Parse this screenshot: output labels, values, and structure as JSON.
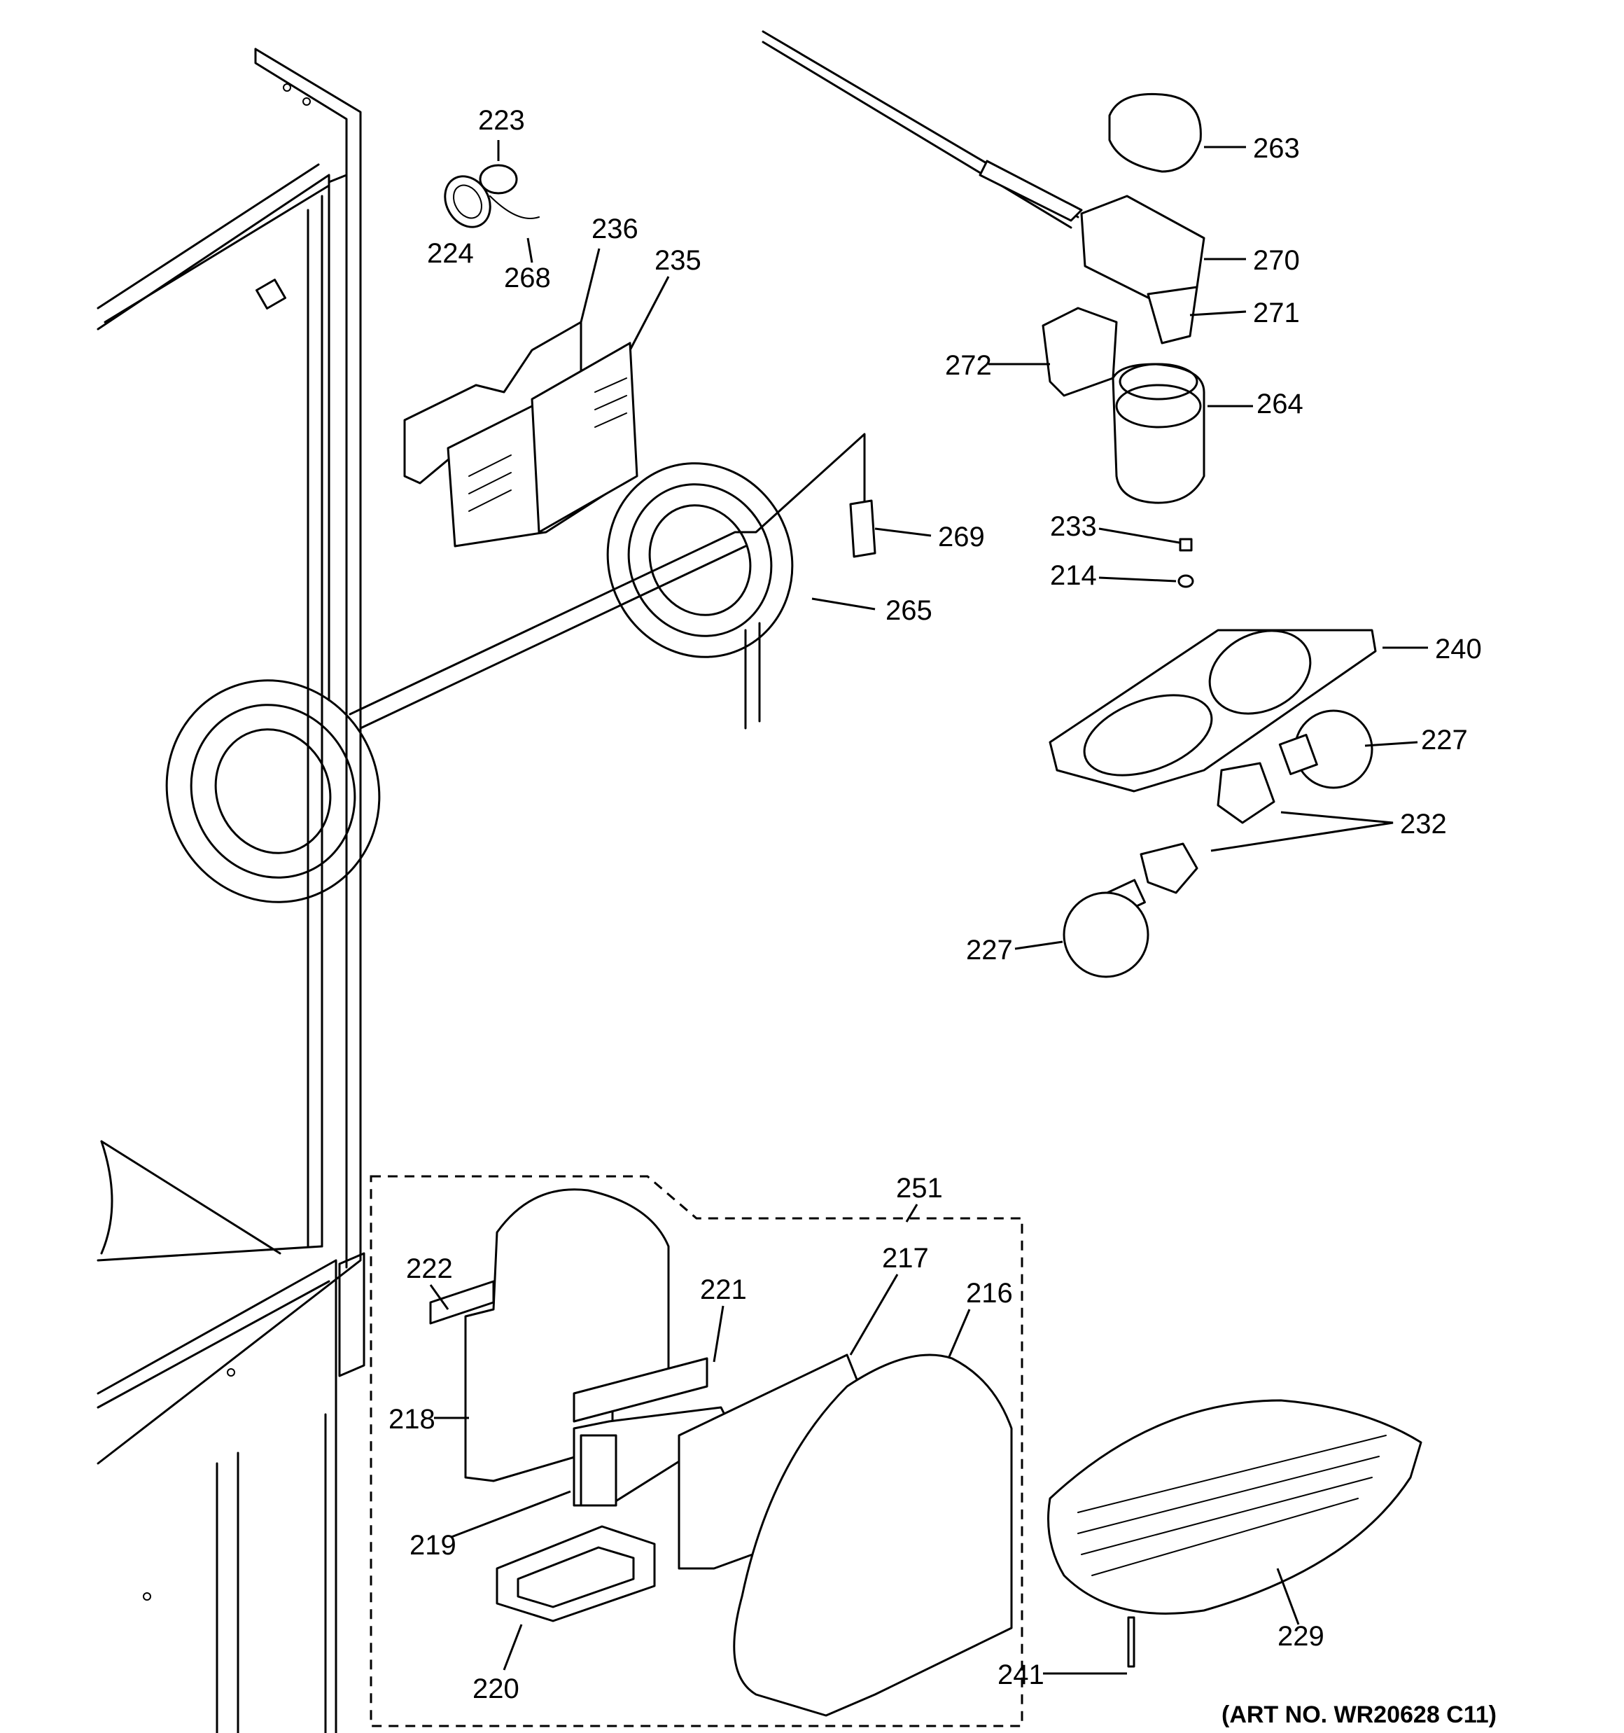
{
  "diagram": {
    "art_number": "(ART NO. WR20628 C11)",
    "callouts": {
      "c223": "223",
      "c224": "224",
      "c268": "268",
      "c236": "236",
      "c235": "235",
      "c263": "263",
      "c270": "270",
      "c271": "271",
      "c272": "272",
      "c264": "264",
      "c269": "269",
      "c265": "265",
      "c233": "233",
      "c214": "214",
      "c240": "240",
      "c227a": "227",
      "c232": "232",
      "c227b": "227",
      "c251": "251",
      "c222": "222",
      "c221": "221",
      "c217": "217",
      "c216": "216",
      "c218": "218",
      "c219": "219",
      "c220": "220",
      "c229": "229",
      "c241": "241"
    }
  }
}
